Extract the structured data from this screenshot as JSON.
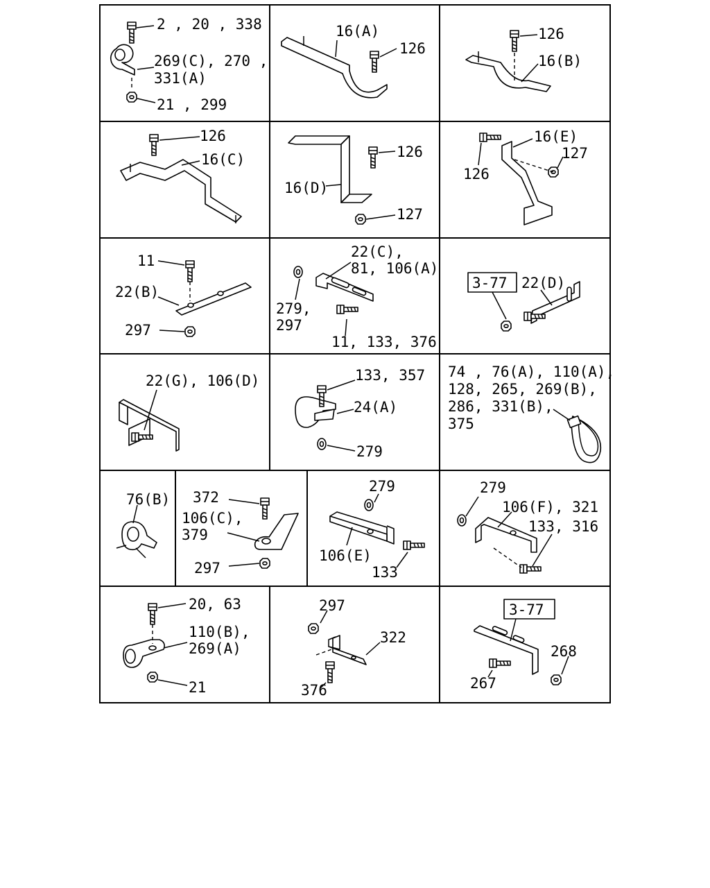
{
  "cells": [
    {
      "id": "c1",
      "labels": [
        "2 , 20 , 338",
        "269(C), 270 ,",
        "331(A)",
        "21 , 299"
      ]
    },
    {
      "id": "c2",
      "labels": [
        "16(A)",
        "126"
      ]
    },
    {
      "id": "c3",
      "labels": [
        "126",
        "16(B)"
      ]
    },
    {
      "id": "c4",
      "labels": [
        "126",
        "16(C)"
      ]
    },
    {
      "id": "c5",
      "labels": [
        "126",
        "16(D)",
        "127"
      ]
    },
    {
      "id": "c6",
      "labels": [
        "16(E)",
        "127",
        "126"
      ]
    },
    {
      "id": "c7",
      "labels": [
        "11",
        "22(B)",
        "297"
      ]
    },
    {
      "id": "c8",
      "labels": [
        "22(C),",
        "81, 106(A)",
        "279,",
        "297",
        "11, 133, 376"
      ]
    },
    {
      "id": "c9",
      "labels": [
        "3-77",
        "22(D)"
      ]
    },
    {
      "id": "c10",
      "labels": [
        "22(G), 106(D)"
      ]
    },
    {
      "id": "c11",
      "labels": [
        "133, 357",
        "24(A)",
        "279"
      ]
    },
    {
      "id": "c12",
      "labels": [
        "74 , 76(A), 110(A),",
        "128, 265, 269(B),",
        "286, 331(B),",
        "375"
      ]
    },
    {
      "id": "c13",
      "labels": [
        "76(B)"
      ]
    },
    {
      "id": "c14",
      "labels": [
        "372",
        "106(C),",
        "379",
        "297"
      ]
    },
    {
      "id": "c15",
      "labels": [
        "279",
        "106(E)",
        "133"
      ]
    },
    {
      "id": "c16",
      "labels": [
        "279",
        "106(F), 321",
        "133, 316"
      ]
    },
    {
      "id": "c17",
      "labels": [
        "20, 63",
        "110(B),",
        "269(A)",
        "21"
      ]
    },
    {
      "id": "c18",
      "labels": [
        "297",
        "322",
        "376"
      ]
    },
    {
      "id": "c19",
      "labels": [
        "3-77",
        "268",
        "267"
      ]
    }
  ]
}
